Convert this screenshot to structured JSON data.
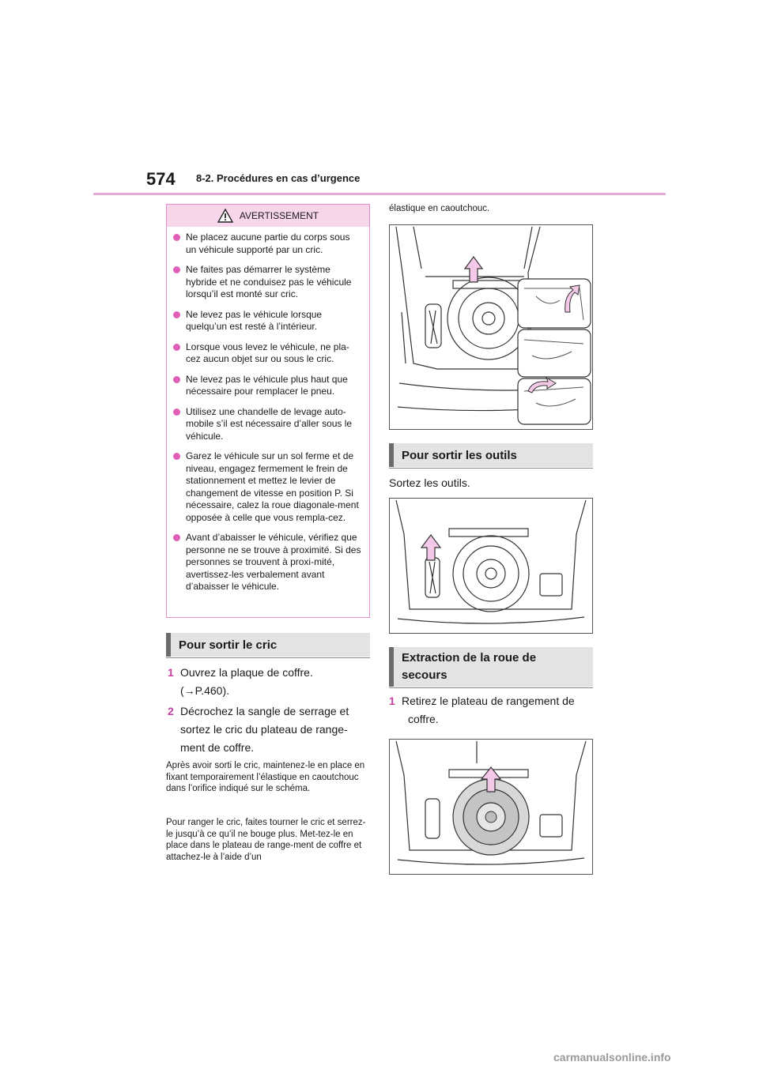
{
  "header": {
    "page_number": "574",
    "section": "8-2. Procédures en cas d’urgence"
  },
  "warning": {
    "title": "AVERTISSEMENT",
    "items": [
      "Ne placez aucune partie du corps sous un véhicule supporté par un cric.",
      "Ne faites pas démarrer le système hybride et ne conduisez pas le véhicule lorsqu’il est monté sur cric.",
      "Ne levez pas le véhicule lorsque quelqu’un est resté à l’intérieur.",
      "Lorsque vous levez le véhicule, ne pla-cez aucun objet sur ou sous le cric.",
      "Ne levez pas le véhicule plus haut que nécessaire pour remplacer le pneu.",
      "Utilisez une chandelle de levage auto-mobile s’il est nécessaire d’aller sous le véhicule.",
      "Garez le véhicule sur un sol ferme et de niveau, engagez fermement le frein de stationnement et mettez le levier de changement de vitesse en position P. Si nécessaire, calez la roue diagonale-ment opposée à celle que vous rempla-cez.",
      "Avant d’abaisser le véhicule, vérifiez que personne ne se trouve à proximité. Si des personnes se trouvent à proxi-mité, avertissez-les verbalement avant d’abaisser le véhicule."
    ]
  },
  "section_cric": {
    "title": "Pour sortir le cric",
    "step1_num": "1",
    "step1_line1": "Ouvrez la plaque de coffre.",
    "step1_line2": "(→P.460).",
    "step2_num": "2",
    "step2_line1": "Décrochez la sangle de serrage et",
    "step2_line2": "sortez le cric du plateau de range-",
    "step2_line3": "ment de coffre.",
    "note1": "Après avoir sorti le cric, maintenez-le en place en fixant temporairement l’élastique en caoutchouc dans l’orifice indiqué sur le schéma.",
    "note2": "Pour ranger le cric, faites tourner le cric et serrez-le jusqu’à ce qu’il ne bouge plus. Met-tez-le en place dans le plateau de range-ment de coffre et attachez-le à l’aide d’un"
  },
  "right_top_text": "élastique en caoutchouc.",
  "section_outils": {
    "title": "Pour sortir les outils",
    "text": "Sortez les outils."
  },
  "section_roue": {
    "title_line1": "Extraction de la roue de",
    "title_line2": "secours",
    "step1_num": "1",
    "step1_line1": "Retirez le plateau de rangement de",
    "step1_line2": "coffre."
  },
  "watermark": "carmanualsonline.info",
  "colors": {
    "accent": "#e060b8",
    "header_rule": "#e8a9d6",
    "warn_head_bg": "#f7d6ec",
    "bar_bg": "#e3e3e3",
    "arrow_fill": "#f4c9e7"
  }
}
